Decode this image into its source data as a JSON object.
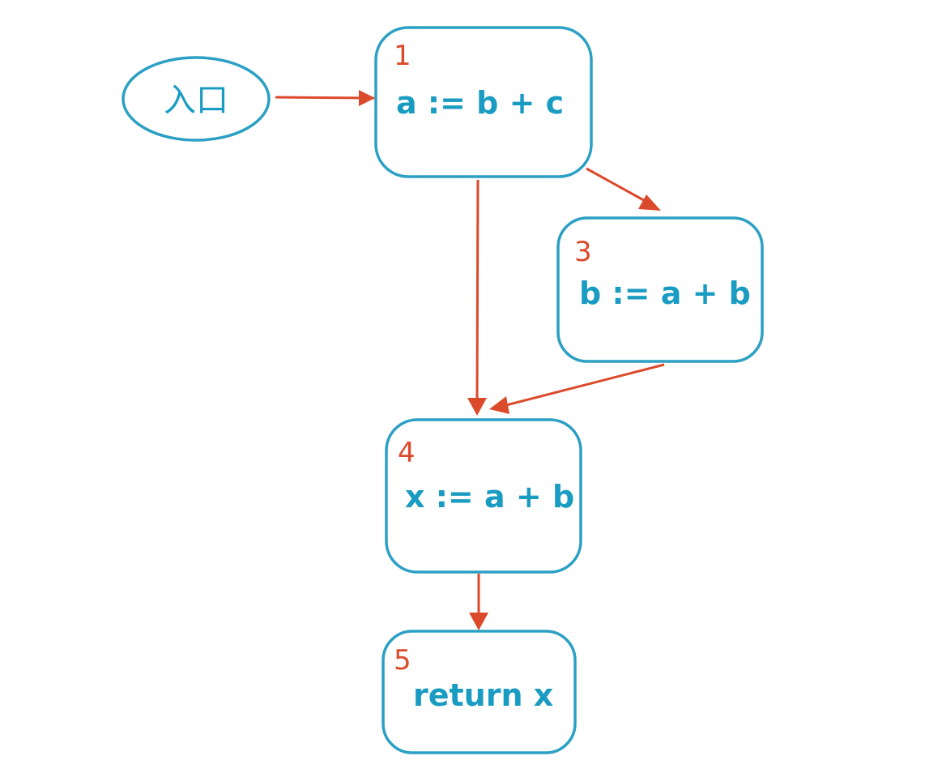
{
  "colors": {
    "node_stroke": "#2ba0c4",
    "edge": "#dc4a2c",
    "number": "#dc4a2c",
    "code": "#1a9cc2"
  },
  "entry": {
    "label": "入口"
  },
  "blocks": {
    "b1": {
      "num": "1",
      "code": "a := b + c"
    },
    "b3": {
      "num": "3",
      "code": "b := a + b"
    },
    "b4": {
      "num": "4",
      "code": "x := a + b"
    },
    "b5": {
      "num": "5",
      "code": "return x"
    }
  },
  "edges": [
    {
      "from": "entry",
      "to": "1"
    },
    {
      "from": "1",
      "to": "3"
    },
    {
      "from": "1",
      "to": "4"
    },
    {
      "from": "3",
      "to": "4"
    },
    {
      "from": "4",
      "to": "5"
    }
  ]
}
